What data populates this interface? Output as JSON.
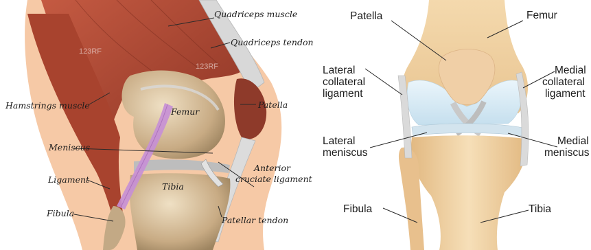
{
  "left_diagram": {
    "labels": {
      "quadriceps_muscle": "Quadriceps muscle",
      "quadriceps_tendon": "Quadriceps tendon",
      "hamstrings_muscle": "Hamstrings muscle",
      "patella": "Patella",
      "femur": "Femur",
      "meniscus": "Meniscus",
      "anterior_cruciate_line1": "Anterior",
      "anterior_cruciate_line2": "cruciate ligament",
      "ligament": "Ligament",
      "tibia": "Tibia",
      "fibula": "Fibula",
      "patellar_tendon": "Patellar tendon"
    }
  },
  "right_diagram": {
    "labels": {
      "patella": "Patella",
      "femur": "Femur",
      "lateral_collateral_line1": "Lateral",
      "lateral_collateral_line2": "collateral",
      "lateral_collateral_line3": "ligament",
      "medial_collateral_line1": "Medial",
      "medial_collateral_line2": "collateral",
      "medial_collateral_line3": "ligament",
      "lateral_meniscus_line1": "Lateral",
      "lateral_meniscus_line2": "meniscus",
      "medial_meniscus_line1": "Medial",
      "medial_meniscus_line2": "meniscus",
      "fibula": "Fibula",
      "tibia": "Tibia"
    }
  },
  "watermark": "123RF",
  "colors": {
    "skin": "#f6c9a6",
    "muscle": "#b14a34",
    "bone": "#cdb28c",
    "cartilage": "#d9ecf5",
    "ligament_purple": "#c68fd6",
    "tendon": "#d8d8d8"
  }
}
